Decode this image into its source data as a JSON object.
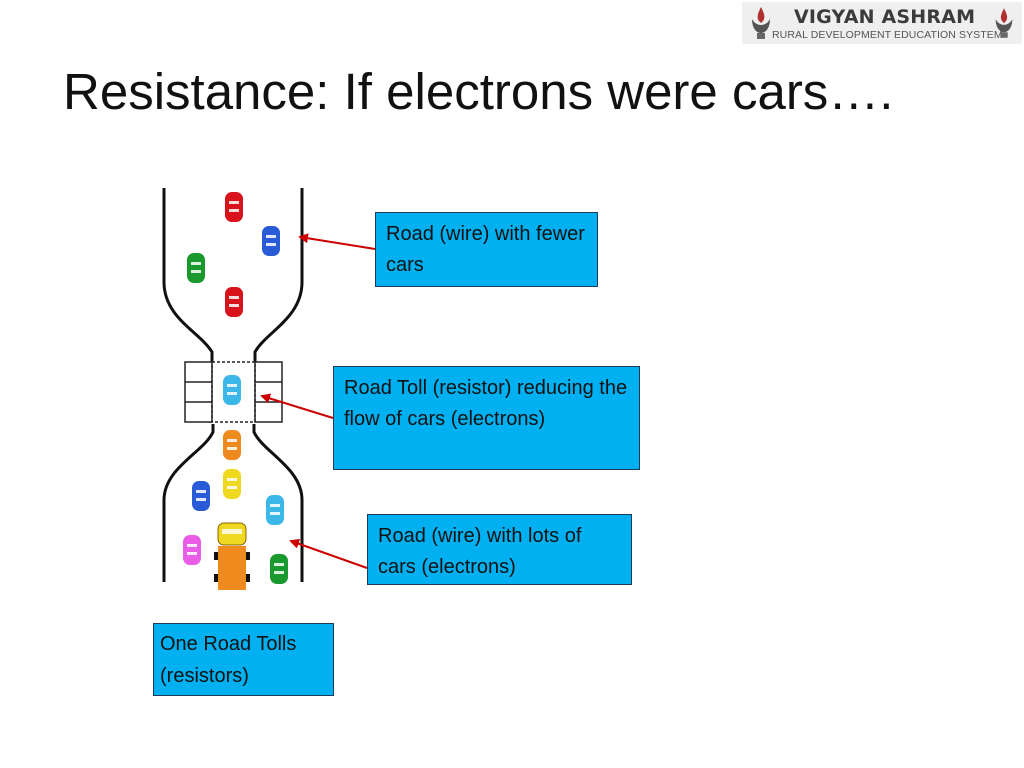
{
  "logo": {
    "name": "VIGYAN ASHRAM",
    "tagline": "RURAL DEVELOPMENT EDUCATION SYSTEM"
  },
  "slide": {
    "title": "Resistance: If electrons were cars…."
  },
  "callouts": {
    "fewer_cars": "Road (wire) with fewer cars",
    "toll": "Road Toll (resistor) reducing the flow of cars (electrons)",
    "lots_of_cars": "Road (wire) with lots of cars (electrons)",
    "one_toll": " One Road Tolls (resistors)"
  },
  "colors": {
    "callout_fill": "#00b0f0",
    "arrow": "#cc0000",
    "car_red": "#d8131b",
    "car_blue": "#2a5bd7",
    "car_green": "#1a9a2e",
    "car_cyan": "#3bb8e8",
    "car_orange": "#ef8a1e",
    "car_yellow": "#f0d820",
    "car_pink": "#e85ce8"
  },
  "icons": {
    "logo_emblem": "lamp-emblem-icon",
    "car": "car-icon"
  }
}
